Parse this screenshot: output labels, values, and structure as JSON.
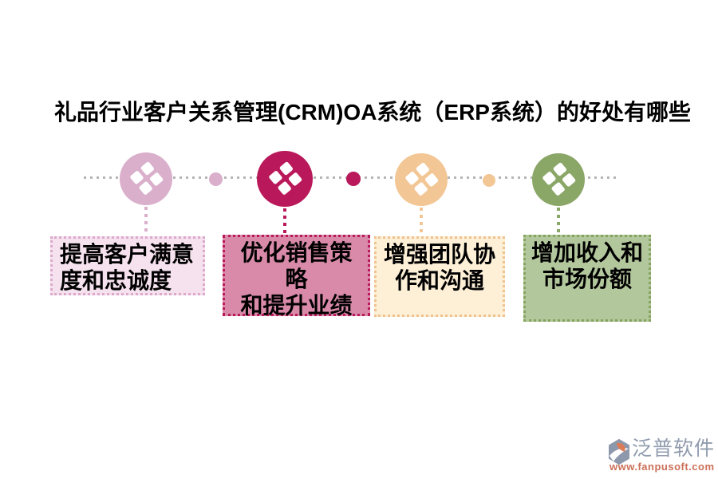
{
  "title": "礼品行业客户关系管理(CRM)OA系统（ERP系统）的好处有哪些",
  "timeline": {
    "line_color": "#b5b5b5",
    "items": [
      {
        "label": "提高客户满意度和忠诚度",
        "lines": [
          "提高客户满意",
          "度和忠诚度"
        ],
        "icon": "diamond-cluster-icon",
        "circle_color": "#d9afcb",
        "connector_color": "#d9afcb",
        "box_bg": "#f5e2ee",
        "box_border": "#dca9cc"
      },
      {
        "label": "优化销售策略和提升业绩",
        "lines": [
          "优化销售策略",
          "和提升业绩"
        ],
        "icon": "diamond-cluster-icon",
        "circle_color": "#b9195a",
        "connector_color": "#b9195a",
        "box_bg": "#d88aa8",
        "box_border": "#b9195a"
      },
      {
        "label": "增强团队协作和沟通",
        "lines": [
          "增强团队协",
          "作和沟通"
        ],
        "icon": "diamond-cluster-icon",
        "circle_color": "#f2c795",
        "connector_color": "#f2c795",
        "box_bg": "#fdf0d7",
        "box_border": "#f0c28e"
      },
      {
        "label": "增加收入和市场份额",
        "lines": [
          "增加收入和",
          "市场份额"
        ],
        "icon": "diamond-cluster-icon",
        "circle_color": "#8ba768",
        "connector_color": "#8ba768",
        "box_bg": "#b3c79d",
        "box_border": "#84a35c"
      }
    ],
    "between_dots": [
      {
        "color": "#d9afcb"
      },
      {
        "color": "#b9195a"
      },
      {
        "color": "#f2c795"
      }
    ]
  },
  "watermark": {
    "brand": "泛普软件",
    "url": "www.fanpusoft.com",
    "brand_color": "#919cae",
    "url_color": "#cc7058"
  }
}
